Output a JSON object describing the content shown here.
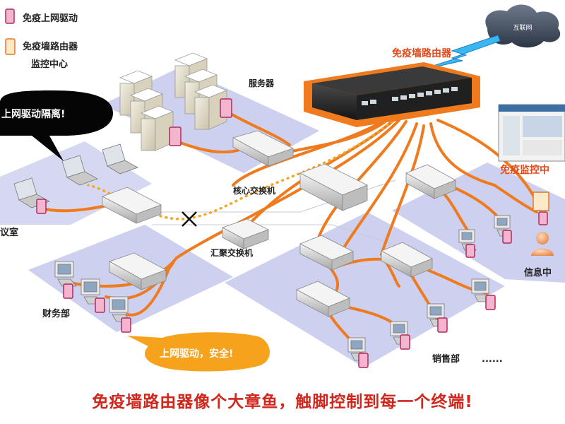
{
  "legend": {
    "items": [
      {
        "label": "免疫上网驱动",
        "icon": "usb-key-icon"
      },
      {
        "label": "免疫墙路由器",
        "icon": "router-icon"
      },
      {
        "label": "监控中心",
        "icon": ""
      }
    ]
  },
  "devices": {
    "router_label": "免疫墙路由器",
    "internet_label": "互联网",
    "servers_label": "服务器",
    "core_switch_label": "核心交换机",
    "aggregation_switch_label": "汇聚交换机",
    "monitor_center_label": "免疫监控中"
  },
  "departments": {
    "meeting_room": "议室",
    "finance": "财务部",
    "sales": "销售部",
    "sales_ellipsis": "......",
    "info_center": "信息中"
  },
  "callouts": {
    "black_bubble": "上网驱动隔离!",
    "orange_bubble": "上网驱动，安全!"
  },
  "slogan": "免疫墙路由器像个大章鱼，触脚控制到每一个终端!",
  "colors": {
    "cable": "#f07a1e",
    "dotted_link": "#f5a623",
    "zone_fill": "#cdd0ee",
    "slogan": "#d0261c",
    "title": "#e04a1a"
  }
}
